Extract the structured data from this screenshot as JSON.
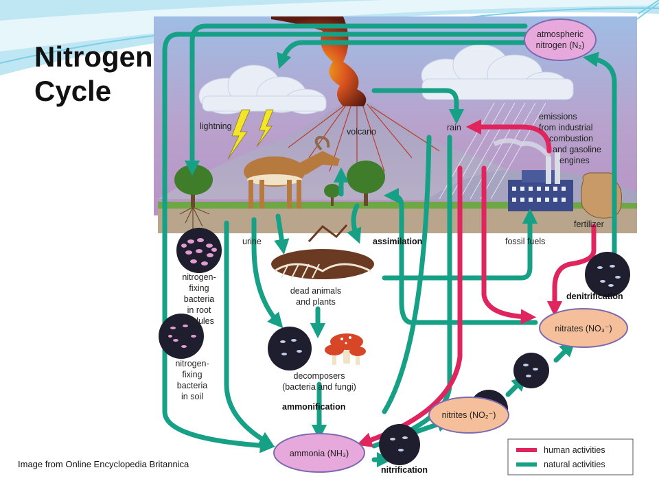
{
  "slide": {
    "title_line1": "Nitrogen",
    "title_line2": "Cycle",
    "credit": "Image from Online Encyclopedia Britannica"
  },
  "diagram": {
    "nodes": {
      "atmospheric_line1": "atmospheric",
      "atmospheric_line2": "nitrogen (N₂)",
      "ammonia": "ammonia (NH₃)",
      "nitrites": "nitrites (NO₂⁻)",
      "nitrates": "nitrates (NO₃⁻)"
    },
    "labels": {
      "lightning": "lightning",
      "volcano": "volcano",
      "rain": "rain",
      "emissions": [
        "emissions",
        "from industrial",
        "combustion",
        "and gasoline",
        "engines"
      ],
      "fertilizer": "fertilizer",
      "urine": "urine",
      "assimilation": "assimilation",
      "fossil_fuels": "fossil fuels",
      "root_bacteria": [
        "nitrogen-",
        "fixing",
        "bacteria",
        "in root",
        "nodules"
      ],
      "dead_matter": [
        "dead animals",
        "and plants"
      ],
      "denitrification": "denitrification",
      "soil_bacteria": [
        "nitrogen-",
        "fixing",
        "bacteria",
        "in soil"
      ],
      "decomposers": [
        "decomposers",
        "(bacteria and fungi)"
      ],
      "ammonification": "ammonification",
      "nitrification": "nitrification"
    },
    "legend": {
      "human": "human activities",
      "natural": "natural activities"
    },
    "colors": {
      "natural": "#16a085",
      "human": "#e0245e",
      "node_pink": "#e7a9dc",
      "node_peach": "#f4bf9a",
      "slide_accent": "#7ccfe8"
    }
  }
}
